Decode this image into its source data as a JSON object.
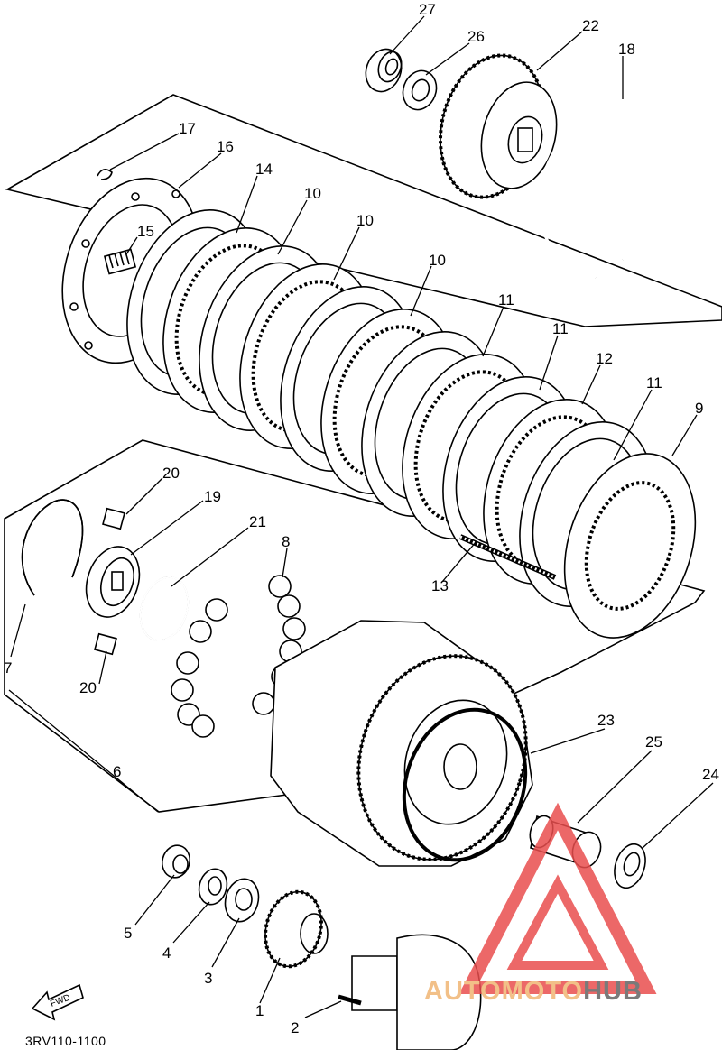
{
  "diagram": {
    "part_code": "3RV110-1100",
    "fwd_label": "FWD",
    "watermark": {
      "part1": "AUTOMOTO",
      "part2": "HUB",
      "accent_color": "#e94e4e",
      "part1_color": "#f2c088",
      "part2_color": "#7a7a7a"
    },
    "labels": [
      {
        "id": "27",
        "text": "27"
      },
      {
        "id": "26",
        "text": "26"
      },
      {
        "id": "22",
        "text": "22"
      },
      {
        "id": "18",
        "text": "18"
      },
      {
        "id": "17",
        "text": "17"
      },
      {
        "id": "16",
        "text": "16"
      },
      {
        "id": "14",
        "text": "14"
      },
      {
        "id": "15",
        "text": "15"
      },
      {
        "id": "10a",
        "text": "10"
      },
      {
        "id": "10b",
        "text": "10"
      },
      {
        "id": "10c",
        "text": "10"
      },
      {
        "id": "11a",
        "text": "11"
      },
      {
        "id": "11b",
        "text": "11"
      },
      {
        "id": "12",
        "text": "12"
      },
      {
        "id": "11c",
        "text": "11"
      },
      {
        "id": "9",
        "text": "9"
      },
      {
        "id": "13",
        "text": "13"
      },
      {
        "id": "20a",
        "text": "20"
      },
      {
        "id": "19",
        "text": "19"
      },
      {
        "id": "21",
        "text": "21"
      },
      {
        "id": "8",
        "text": "8"
      },
      {
        "id": "7",
        "text": "7"
      },
      {
        "id": "20b",
        "text": "20"
      },
      {
        "id": "6",
        "text": "6"
      },
      {
        "id": "23",
        "text": "23"
      },
      {
        "id": "25",
        "text": "25"
      },
      {
        "id": "24",
        "text": "24"
      },
      {
        "id": "5",
        "text": "5"
      },
      {
        "id": "4",
        "text": "4"
      },
      {
        "id": "3",
        "text": "3"
      },
      {
        "id": "1",
        "text": "1"
      },
      {
        "id": "2",
        "text": "2"
      }
    ]
  }
}
